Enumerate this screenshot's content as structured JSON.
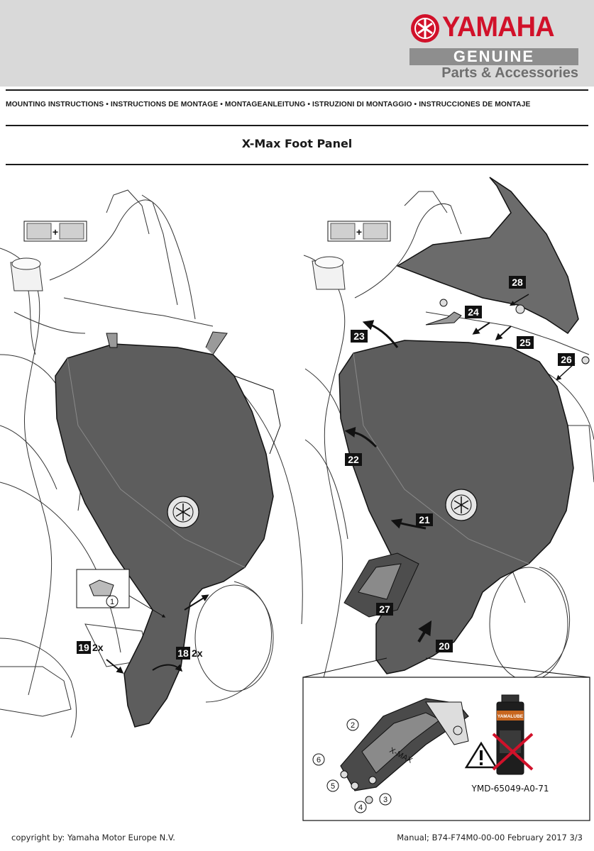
{
  "header": {
    "brand": "YAMAHA",
    "genuine": "GENUINE",
    "parts": "Parts & Accessories"
  },
  "instructions_line": "MOUNTING INSTRUCTIONS • INSTRUCTIONS DE MONTAGE • MONTAGEANLEITUNG • ISTRUZIONI DI MONTAGGIO • INSTRUCCIONES DE MONTAJE",
  "title": "X-Max Foot Panel",
  "left_drawing": {
    "steps": [
      {
        "label": "19",
        "suffix": "2x"
      },
      {
        "label": "18",
        "suffix": "2x"
      }
    ],
    "callouts": [
      "1"
    ],
    "rotate_symbol": "+"
  },
  "right_drawing": {
    "steps": [
      "28",
      "24",
      "23",
      "25",
      "26",
      "22",
      "21",
      "27",
      "20"
    ],
    "rotate_symbol": "+"
  },
  "inset": {
    "callouts": [
      "2",
      "6",
      "5",
      "4",
      "3"
    ],
    "panel_logo": "X-MAX",
    "product_code": "YMD-65049-A0-71",
    "can_brand": "YAMALUBE"
  },
  "footer": {
    "copyright": "copyright by: Yamaha Motor Europe N.V.",
    "manual": "Manual; B74-F74M0-00-00 February 2017 3/3"
  },
  "colors": {
    "brand_red": "#d1112a",
    "panel_fill": "#5d5d5d",
    "band_grey": "#d9d9d9"
  }
}
